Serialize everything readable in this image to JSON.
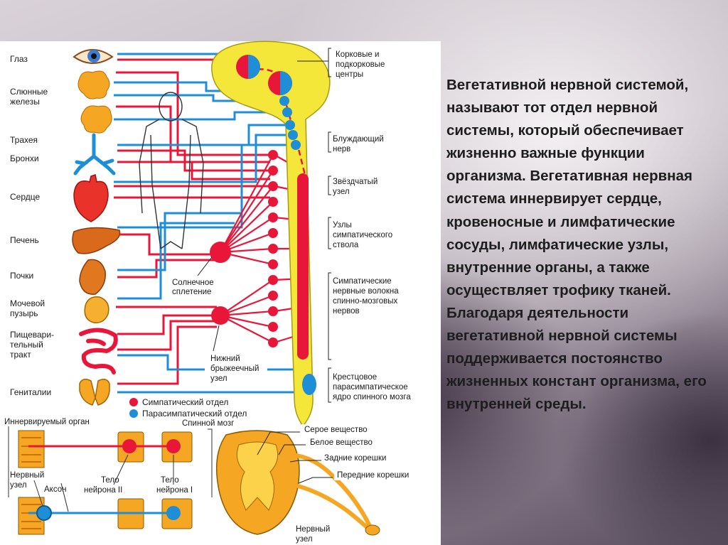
{
  "text_block": "Вегетативной нервной системой, называют тот отдел нервной системы, который обеспечивает жизненно важные функции организма. Вегетативная нервная система иннервирует сердце, кровеносные и лимфатические сосуды, лимфатические узлы, внутренние органы, а также осуществляет трофику тканей. Благодаря деятельности вегетативной нервной системы поддерживается постоянство жизненных констант организма, его внутренней среды.",
  "organ_labels": {
    "eye": "Глаз",
    "salivary_1": "Слюнные",
    "salivary_2": "железы",
    "trachea": "Трахея",
    "bronchi": "Бронхи",
    "heart": "Сердце",
    "liver": "Печень",
    "kidneys": "Почки",
    "bladder_1": "Мочевой",
    "bladder_2": "пузырь",
    "digestive_1": "Пищевари-",
    "digestive_2": "тельный",
    "digestive_3": "тракт",
    "genitals": "Гениталии"
  },
  "right_labels": {
    "cortical_1": "Корковые и",
    "cortical_2": "подкорковые",
    "cortical_3": "центры",
    "vagus_1": "Блуждающий",
    "vagus_2": "нерв",
    "stellate_1": "Звёздчатый",
    "stellate_2": "узел",
    "trunk_1": "Узлы",
    "trunk_2": "симпатического",
    "trunk_3": "ствола",
    "fibers_1": "Симпатические",
    "fibers_2": "нервные волокна",
    "fibers_3": "спинно-мозговых",
    "fibers_4": "нервов",
    "sacral_1": "Крестцовое",
    "sacral_2": "парасимпатическое",
    "sacral_3": "ядро спинного мозга"
  },
  "center_labels": {
    "solar_1": "Солнечное",
    "solar_2": "сплетение",
    "mesenteric_1": "Нижний",
    "mesenteric_2": "брыжеечный",
    "mesenteric_3": "узел"
  },
  "legend": {
    "sympathetic": "Симпатический отдел",
    "parasympathetic": "Парасимпатический отдел",
    "sympathetic_color": "#e8173a",
    "parasympathetic_color": "#1e8fd6"
  },
  "bottom_left": {
    "innervated_organ": "Иннервируемый орган",
    "spinal_cord": "Спинной мозг",
    "ganglion_1": "Нервный",
    "ganglion_2": "узел",
    "axon": "Аксон",
    "body2_1": "Тело",
    "body2_2": "нейрона II",
    "body1_1": "Тело",
    "body1_2": "нейрона I"
  },
  "bottom_right": {
    "gray_matter": "Серое вещество",
    "white_matter": "Белое вещество",
    "dorsal_roots": "Задние корешки",
    "ventral_roots": "Передние корешки",
    "ganglion_1": "Нервный",
    "ganglion_2": "узел"
  }
}
